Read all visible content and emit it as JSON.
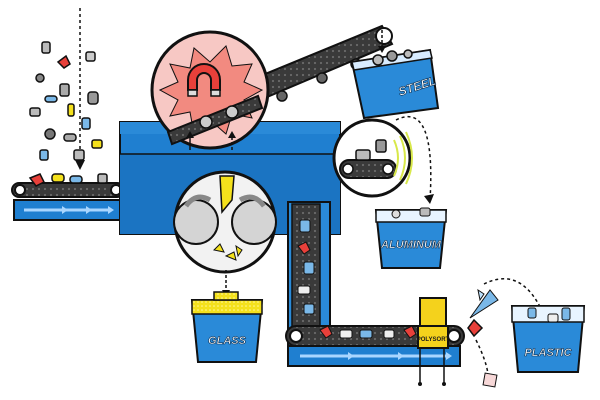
{
  "bins": {
    "steel": "STEEL",
    "aluminum": "ALUMINUM",
    "glass": "GLASS",
    "plastic": "PLASTIC"
  },
  "machines": {
    "polysort": "POLYSORT"
  },
  "colors": {
    "machine_blue": "#1f7fd0",
    "machine_dark": "#0b3f78",
    "belt_dark": "#3a3a3a",
    "bin_blue": "#2a8ad8",
    "outline": "#111111",
    "glass_yellow": "#f4e11c",
    "polysort_yellow": "#f4d21c",
    "magnet_red": "#e8403a",
    "lens_glow": "#f7c8c4"
  }
}
